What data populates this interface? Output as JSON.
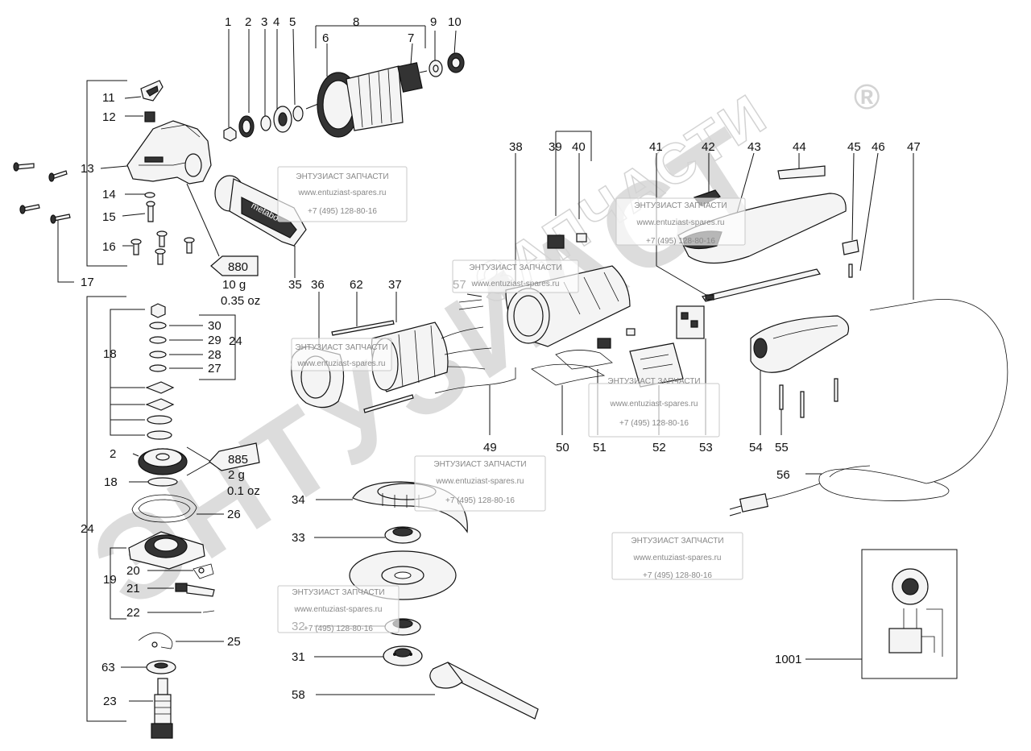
{
  "watermark": {
    "brand": "ЭНТУЗИАСТ",
    "brand_right": "ЗАПЧАСТИ",
    "registered": "®",
    "box_title": "ЭНТУЗИАСТ ЗАПЧАСТИ",
    "box_url": "www.entuziast-spares.ru",
    "box_phone": "+7 (495) 128-80-16"
  },
  "labels": {
    "n1": "1",
    "n2": "2",
    "n3": "3",
    "n4": "4",
    "n5": "5",
    "n6": "6",
    "n7": "7",
    "n8": "8",
    "n9": "9",
    "n10": "10",
    "n11": "11",
    "n12": "12",
    "n13": "13",
    "n14": "14",
    "n15": "15",
    "n16": "16",
    "n17": "17",
    "n18": "18",
    "n2b": "2",
    "n18b": "18",
    "n19": "19",
    "n20": "20",
    "n21": "21",
    "n22": "22",
    "n23": "23",
    "n24": "24",
    "n24b": "24",
    "n25": "25",
    "n26": "26",
    "n27": "27",
    "n28": "28",
    "n29": "29",
    "n30": "30",
    "n31": "31",
    "n32": "32",
    "n33": "33",
    "n34": "34",
    "n35": "35",
    "n36": "36",
    "n37": "37",
    "n38": "38",
    "n39": "39",
    "n40": "40",
    "n41": "41",
    "n42": "42",
    "n43": "43",
    "n44": "44",
    "n45": "45",
    "n46": "46",
    "n47": "47",
    "n49": "49",
    "n50": "50",
    "n51": "51",
    "n52": "52",
    "n53": "53",
    "n54": "54",
    "n55": "55",
    "n56": "56",
    "n57": "57",
    "n58": "58",
    "n62": "62",
    "n63": "63",
    "n1001": "1001"
  },
  "grease_tube_1": {
    "code": "880",
    "mass_g": "10 g",
    "mass_oz": "0.35 oz"
  },
  "grease_tube_2": {
    "code": "885",
    "mass_g": "2 g",
    "mass_oz": "0.1 oz"
  },
  "handle_brand": "metabo",
  "colors": {
    "line": "#111111",
    "watermark": "#d9d9d9",
    "watermark_text": "#888888"
  }
}
